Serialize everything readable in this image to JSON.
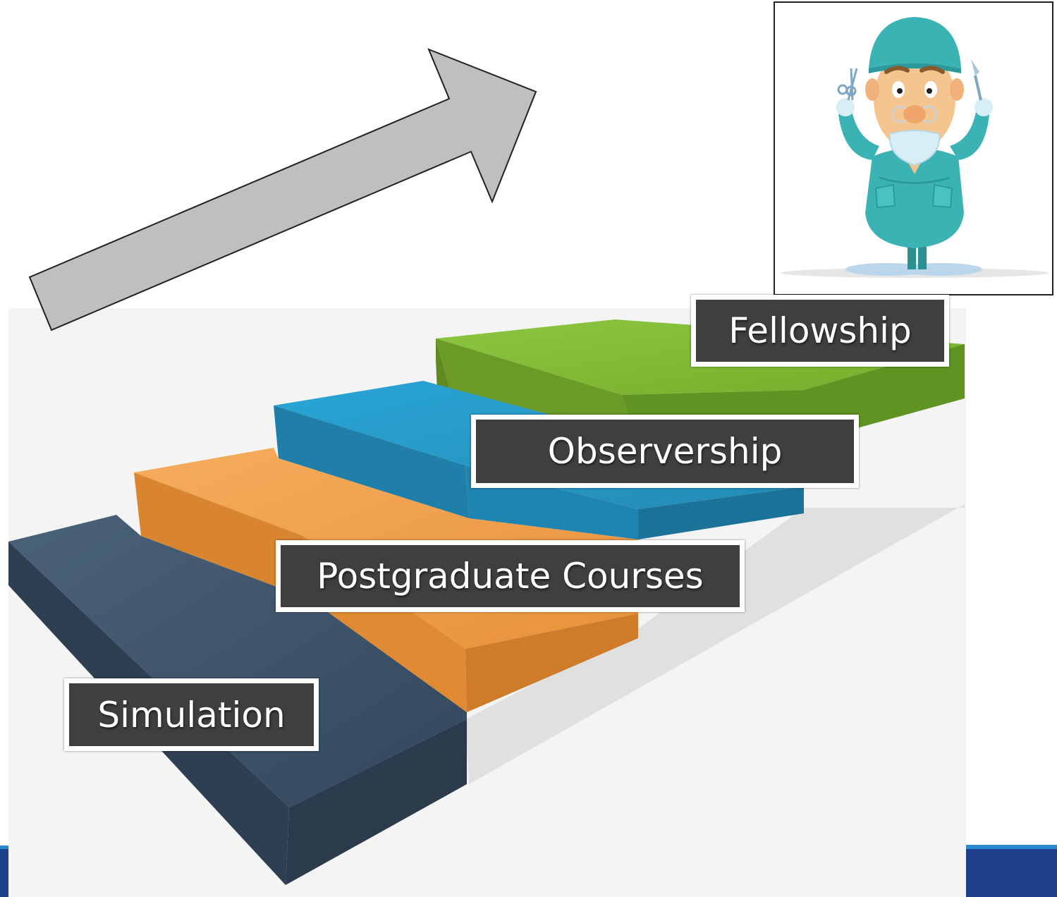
{
  "steps": [
    {
      "label": "Simulation",
      "color": "#3b4f64"
    },
    {
      "label": "Postgraduate Courses",
      "color": "#f2a04a"
    },
    {
      "label": "Observership",
      "color": "#2a97c4"
    },
    {
      "label": "Fellowship",
      "color": "#7bb52e"
    }
  ],
  "arrow": {
    "color": "#bfbfbf",
    "direction": "up-right"
  },
  "illustration": {
    "icon": "surgeon-icon"
  },
  "colors": {
    "footer_bar": "#1e3f8a",
    "footer_stripe": "#2a8ad0",
    "backdrop": "#f4f4f4"
  }
}
